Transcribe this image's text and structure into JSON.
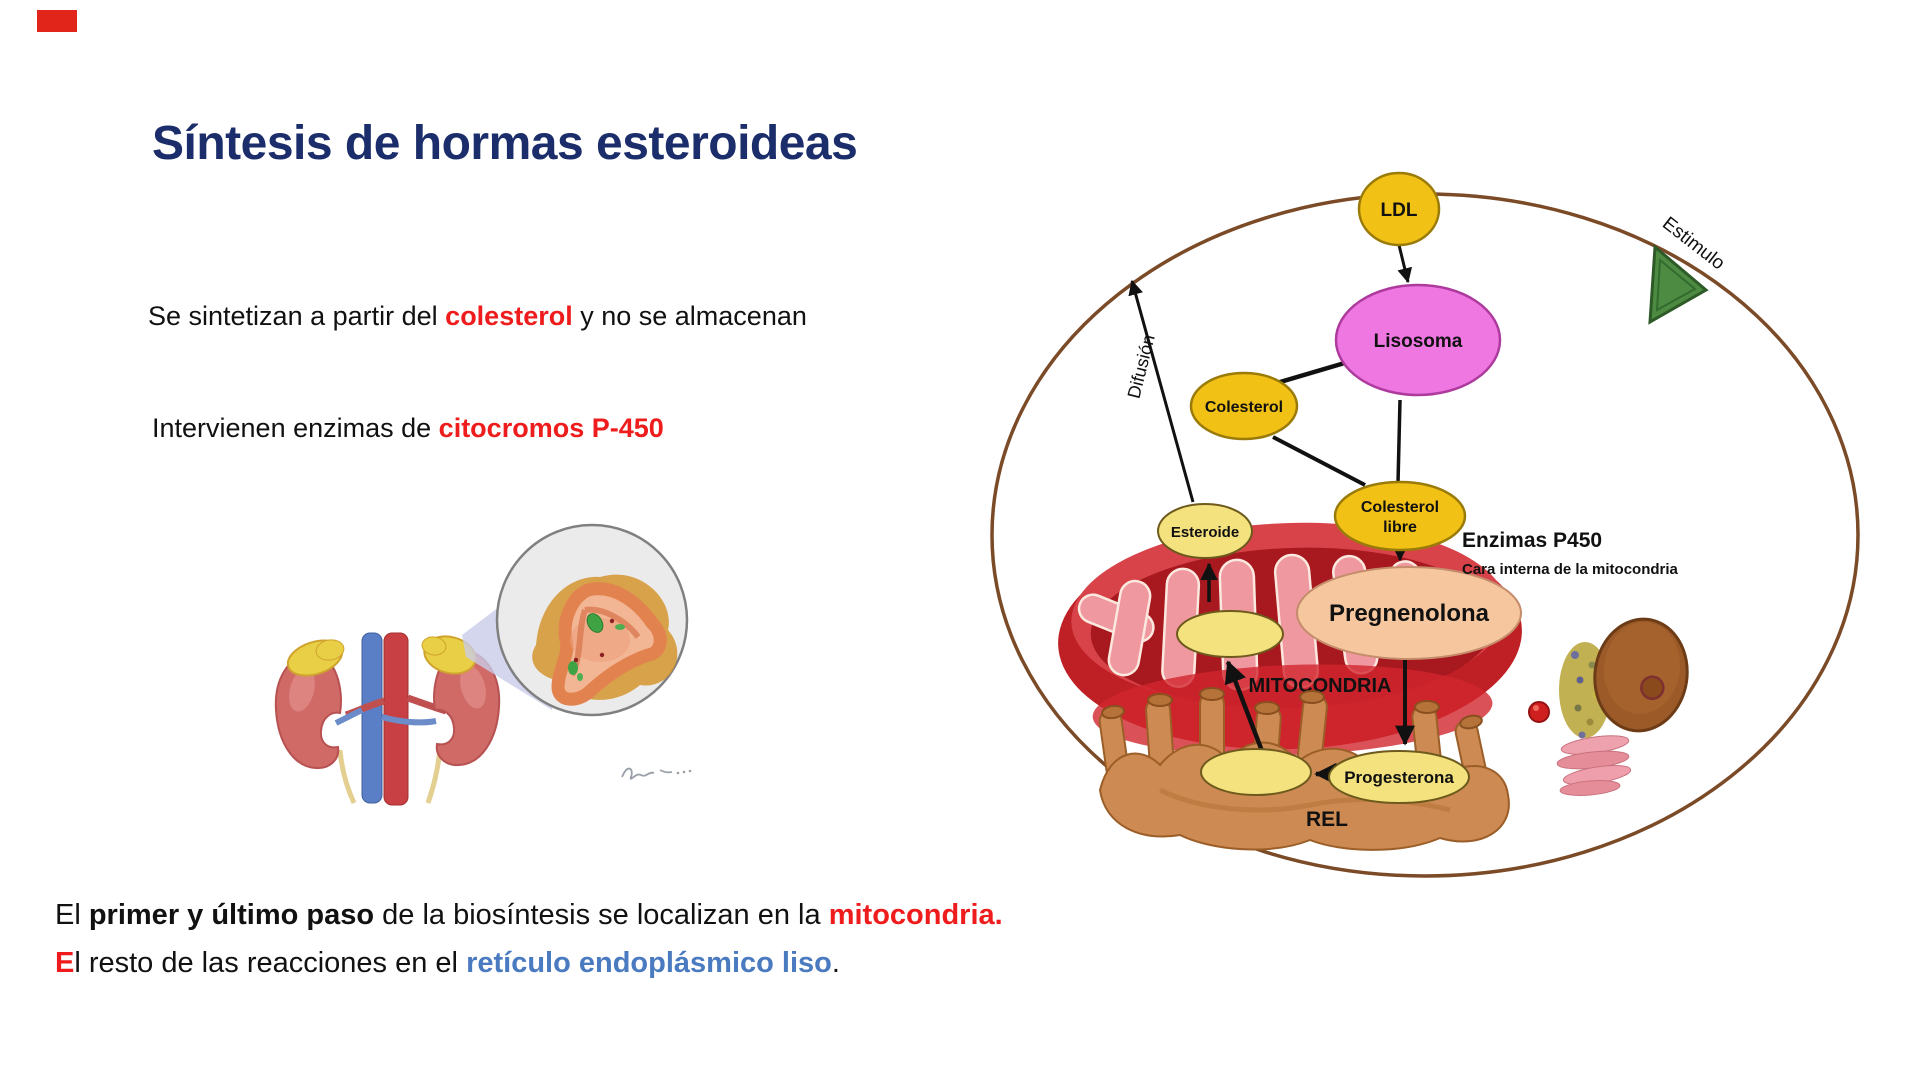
{
  "header": {
    "title": "Síntesis de hormas esteroideas"
  },
  "intro": {
    "line1": {
      "pre": "Se sintetizan a partir del ",
      "highlight": "colesterol",
      "post": " y no se almacenan"
    },
    "line2": {
      "pre": "Intervienen enzimas de ",
      "highlight": "citocromos P-450"
    }
  },
  "footer": {
    "line1": {
      "start": "El ",
      "bold": "primer y último paso",
      "mid": " de la biosíntesis se localizan en la ",
      "highlight": "mitocondria."
    },
    "line2": {
      "red_initial": "E",
      "mid": "l resto de las reacciones en el ",
      "highlight": "retículo endoplásmico liso",
      "end": "."
    }
  },
  "diagram": {
    "ldl": "LDL",
    "lisosoma": "Lisosoma",
    "colesterol": "Colesterol",
    "colesterol_libre_line1": "Colesterol",
    "colesterol_libre_line2": "libre",
    "esteroide": "Esteroide",
    "pregnenolona": "Pregnenolona",
    "enzimas_p450": "Enzimas P450",
    "cara_interna": "Cara interna de la mitocondria",
    "mitocondria": "MITOCONDRIA",
    "progesterona": "Progesterona",
    "rel": "REL",
    "difusion": "Difusión",
    "estimulo": "Estimulo"
  },
  "colors": {
    "title_navy": "#1b2d6a",
    "accent_red": "#ee1c1c",
    "accent_blue": "#4a7abf",
    "corner_marker_red": "#e1251b",
    "gold_vesicle": "#f2c115",
    "pale_yellow_vesicle": "#f4e27e",
    "lisosoma_pink": "#ee77e2",
    "pregnenolona_peach": "#f6c79f",
    "membrane_brown": "#7b4a27",
    "mitochondria_red": "#c22127",
    "rel_tan": "#cd8a52",
    "estimulo_green": "#4d8b42"
  }
}
